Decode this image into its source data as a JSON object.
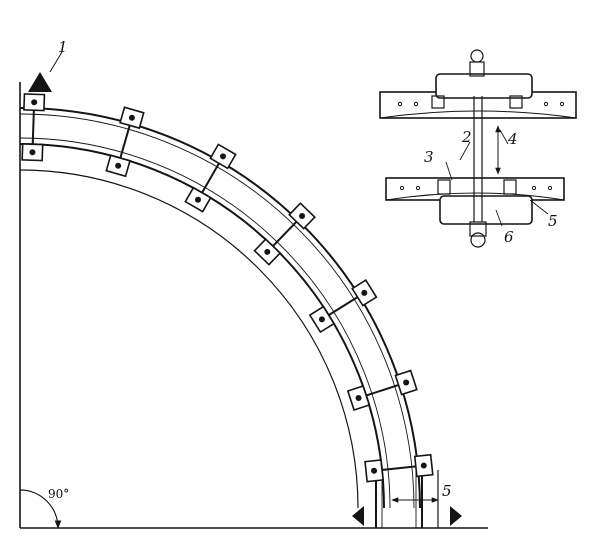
{
  "labels": {
    "support_marker": "1",
    "corner_angle": "90°",
    "bottom_gap": "5"
  },
  "detail_labels": {
    "l2": "2",
    "l3": "3",
    "l4": "4",
    "l5": "5",
    "l6": "6"
  },
  "colors": {
    "ink": "#151515",
    "paper": "#ffffff"
  }
}
